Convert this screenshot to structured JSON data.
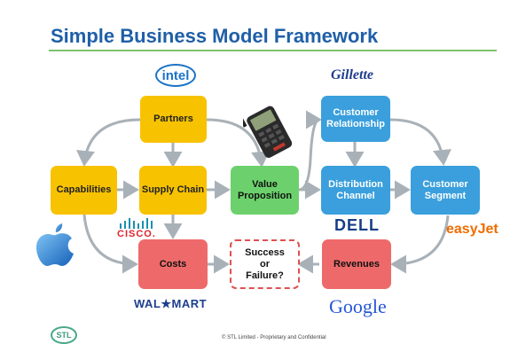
{
  "title": "Simple Business Model Framework",
  "boxes": {
    "partners": "Partners",
    "capabilities": "Capabilities",
    "supply_chain": "Supply Chain",
    "value_proposition": "Value Proposition",
    "customer_relationship": "Customer Relationship",
    "distribution_channel": "Distribution Channel",
    "customer_segment": "Customer Segment",
    "costs": "Costs",
    "success_or_failure": "Success or Failure?",
    "revenues": "Revenues"
  },
  "logos": {
    "intel": "intel",
    "gillette": "Gillette",
    "cisco": "CISCO.",
    "dell": "DELL",
    "easyjet": "easyJet",
    "walmart": "WAL★MART",
    "google": "Google",
    "apple": "apple-logo",
    "phone": "mobile-phone-image"
  },
  "footer": {
    "logo": "STL",
    "text": "© STL Limited - Proprietary and Confidential"
  },
  "colors": {
    "title": "#1f5fa8",
    "yellow": "#f7c200",
    "blue": "#3a9fdc",
    "green": "#6cd16c",
    "red": "#ee6a6a",
    "arrow": "#a9b1b8"
  }
}
